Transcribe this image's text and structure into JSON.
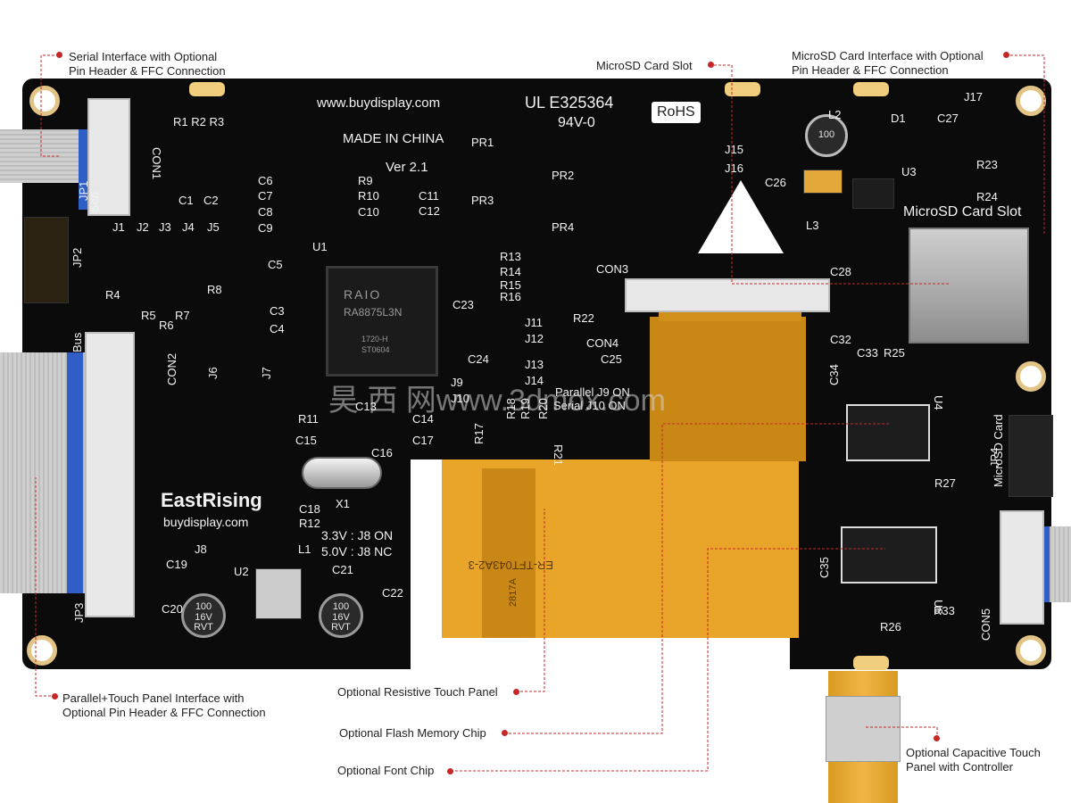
{
  "board": {
    "url_text": "www.buydisplay.com",
    "made_in": "MADE IN CHINA",
    "version": "Ver 2.1",
    "ul": "UL E325364",
    "ul_grade": "94V-0",
    "rohs": "RoHS",
    "brand": "EastRising",
    "brand_url": "buydisplay.com",
    "lcd_part": "ER-TFT043A2-3",
    "controller": "RAIO",
    "controller_part": "RA8875L3N",
    "controller_code1": "1720-H",
    "controller_code2": "ST0604",
    "watermark": "昊 西 网www.3dmox.com",
    "voltage_3v3": "3.3V : J8   ON",
    "voltage_5v": "5.0V : J8   NC",
    "parallel_j9": "Parallel  J9 ON",
    "serial_j10": "Serial J10 ON",
    "cap_text": "100\n16V\nRVT",
    "inductor_text": "100",
    "microsd_silk": "MicroSD Card Slot",
    "jp4_label": "JP4",
    "jp4_sub": "MicroSD Card",
    "flex_code": "2817A",
    "labels": {
      "r1r2r3": "R1 R2 R3",
      "con1": "CON1",
      "jp1": "JP1",
      "serial_short": "Seri",
      "jp2": "JP2",
      "c1": "C1",
      "c2": "C2",
      "c6": "C6",
      "c7": "C7",
      "c8": "C8",
      "c9": "C9",
      "r9": "R9",
      "r10": "R10",
      "c10": "C10",
      "c11": "C11",
      "c12": "C12",
      "j1": "J1",
      "j2": "J2",
      "j3": "J3",
      "j4": "J4",
      "j5": "J5",
      "c5": "C5",
      "u1": "U1",
      "r4": "R4",
      "r5": "R5",
      "r6": "R6",
      "r7": "R7",
      "r8": "R8",
      "c3": "C3",
      "c4": "C4",
      "bus": "Bus",
      "con2": "CON2",
      "j6": "J6",
      "j7": "J7",
      "r11": "R11",
      "c13": "C13",
      "c14": "C14",
      "c15": "C15",
      "c16": "C16",
      "c17": "C17",
      "x1": "X1",
      "c18": "C18",
      "r12": "R12",
      "j8": "J8",
      "l1": "L1",
      "c19": "C19",
      "u2": "U2",
      "c20": "C20",
      "c21": "C21",
      "c22": "C22",
      "jp3": "JP3",
      "pr1": "PR1",
      "pr2": "PR2",
      "pr3": "PR3",
      "pr4": "PR4",
      "r13": "R13",
      "r14": "R14",
      "r15": "R15",
      "r16": "R16",
      "con3": "CON3",
      "r22": "R22",
      "c23": "C23",
      "j11": "J11",
      "j12": "J12",
      "j13": "J13",
      "j14": "J14",
      "con4": "CON4",
      "c24": "C24",
      "c25": "C25",
      "j9": "J9",
      "j10": "J10",
      "r17": "R17",
      "r18": "R18",
      "r19": "R19",
      "r20": "R20",
      "r21": "R21",
      "j15": "J15",
      "j16": "J16",
      "j17": "J17",
      "l2": "L2",
      "d1": "D1",
      "c27": "C27",
      "c26": "C26",
      "u3": "U3",
      "r23": "R23",
      "r24": "R24",
      "l3": "L3",
      "c28": "C28",
      "c32": "C32",
      "c33": "C33",
      "r25": "R25",
      "c34": "C34",
      "u4": "U4",
      "r27": "R27",
      "c35": "C35",
      "u6": "U6",
      "r33": "R33",
      "r26": "R26",
      "con5": "CON5"
    }
  },
  "callouts": {
    "serial": "Serial Interface with Optional\nPin Header & FFC Connection",
    "microsd_slot": "MicroSD Card Slot",
    "microsd_interface": "MicroSD Card Interface with Optional\nPin Header & FFC Connection",
    "parallel": "Parallel+Touch Panel Interface with\nOptional Pin Header & FFC Connection",
    "resistive": "Optional Resistive Touch Panel",
    "flash": "Optional Flash Memory Chip",
    "font": "Optional Font Chip",
    "capacitive": "Optional Capacitive Touch\nPanel with Controller"
  },
  "colors": {
    "pcb": "#0b0b0b",
    "silkscreen": "#f2f2f2",
    "pad_gold": "#f1ce7d",
    "flex_orange": "#e9a42a",
    "leader_red": "#c62828"
  }
}
